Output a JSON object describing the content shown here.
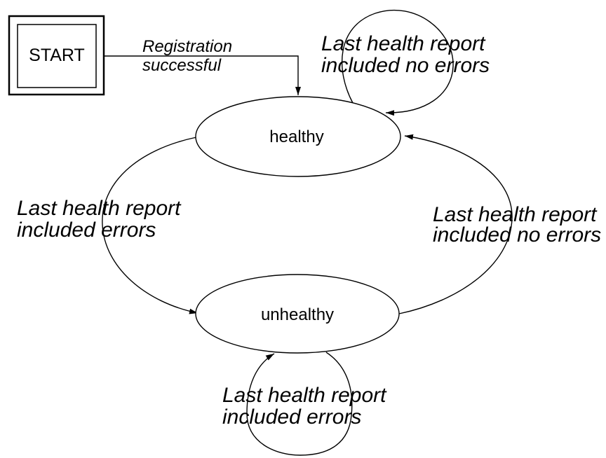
{
  "diagram": {
    "type": "state-machine",
    "background": "#ffffff",
    "stroke_color": "#000000",
    "start_node": {
      "label": "START"
    },
    "states": [
      {
        "id": "healthy",
        "label": "healthy"
      },
      {
        "id": "unhealthy",
        "label": "unhealthy"
      }
    ],
    "transitions": [
      {
        "from": "START",
        "to": "healthy",
        "label_lines": [
          "Registration",
          "successful"
        ]
      },
      {
        "from": "healthy",
        "to": "healthy",
        "label_lines": [
          "Last health report",
          "included no errors"
        ]
      },
      {
        "from": "healthy",
        "to": "unhealthy",
        "label_lines": [
          "Last health report",
          "included errors"
        ]
      },
      {
        "from": "unhealthy",
        "to": "healthy",
        "label_lines": [
          "Last health report",
          "included no errors"
        ]
      },
      {
        "from": "unhealthy",
        "to": "unhealthy",
        "label_lines": [
          "Last health report",
          "included errors"
        ]
      }
    ]
  }
}
